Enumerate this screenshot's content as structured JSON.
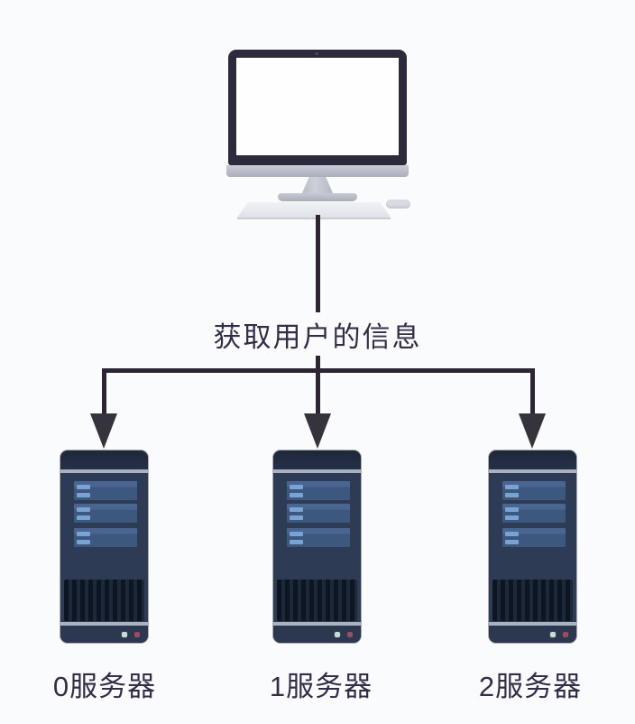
{
  "diagram": {
    "type": "topology",
    "edge_label": "获取用户的信息",
    "client": {
      "name": "desktop-computer"
    },
    "servers": [
      {
        "label": "0服务器"
      },
      {
        "label": "1服务器"
      },
      {
        "label": "2服务器"
      }
    ],
    "colors": {
      "background": "#fafbfd",
      "line": "#2c2533",
      "arrow": "#35343c",
      "text": "#332d48",
      "server_body": "#2e3b54",
      "server_stripe": "#a9b2be",
      "bay_panel": "#3d587e",
      "bay_tab": "#79a3d2",
      "led_green": "#c9ded2",
      "led_red": "#a04a5e",
      "bezel": "#2d2a3d",
      "screen": "#fefefe"
    }
  }
}
